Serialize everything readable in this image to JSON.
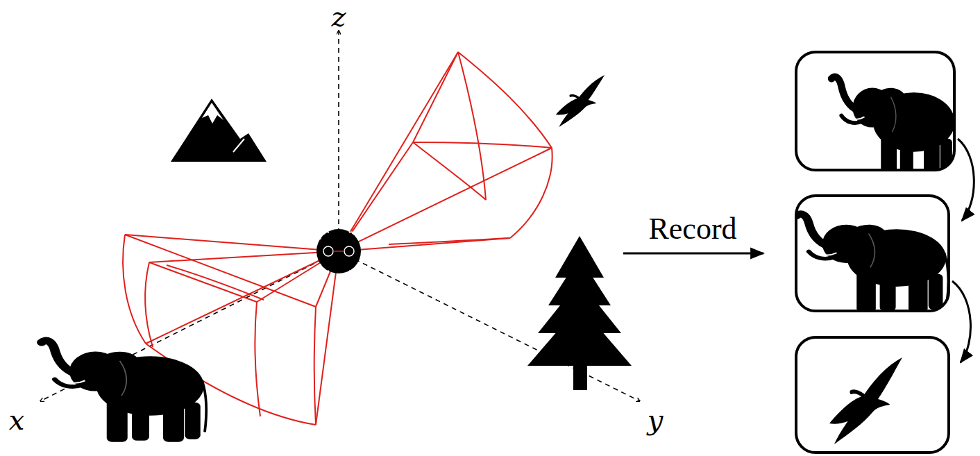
{
  "diagram": {
    "labels": [
      "z",
      "x",
      "y",
      "Record"
    ]
  }
}
